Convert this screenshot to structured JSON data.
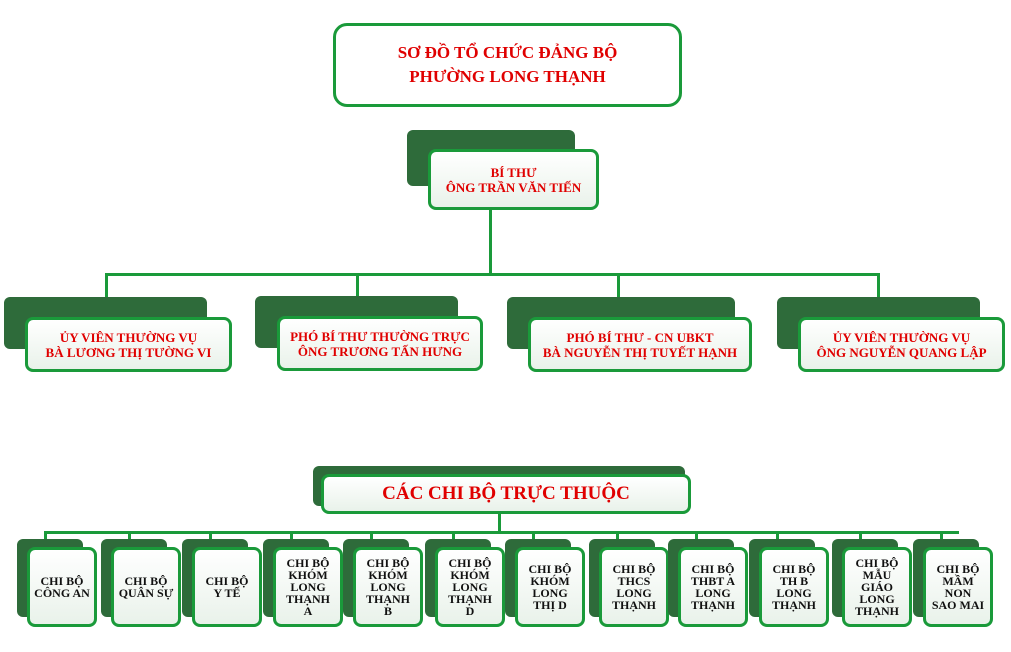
{
  "title": {
    "line1": "SƠ ĐỒ TỔ CHỨC ĐẢNG BỘ",
    "line2": "PHƯỜNG LONG THẠNH"
  },
  "secretary": {
    "role": "BÍ THƯ",
    "name": "ÔNG TRẦN VĂN TIẾN"
  },
  "members": [
    {
      "role": "ỦY VIÊN THƯỜNG VỤ",
      "name": "BÀ LƯƠNG THỊ TƯỜNG VI"
    },
    {
      "role": "PHÓ BÍ THƯ THƯỜNG TRỰC",
      "name": "ÔNG TRƯƠNG TẤN HƯNG"
    },
    {
      "role": "PHÓ BÍ THƯ - CN UBKT",
      "name": "BÀ NGUYỄN THỊ TUYẾT HẠNH"
    },
    {
      "role": "ỦY VIÊN THƯỜNG VỤ",
      "name": "ÔNG NGUYỄN QUANG LẬP"
    }
  ],
  "branches_title": "CÁC CHI BỘ TRỰC THUỘC",
  "branches": [
    {
      "lines": [
        "CHI BỘ",
        "CÔNG AN"
      ]
    },
    {
      "lines": [
        "CHI BỘ",
        "QUÂN SỰ"
      ]
    },
    {
      "lines": [
        "CHI BỘ",
        "Y TẾ"
      ]
    },
    {
      "lines": [
        "CHI BỘ",
        "KHÓM",
        "LONG",
        "THẠNH",
        "A"
      ]
    },
    {
      "lines": [
        "CHI BỘ",
        "KHÓM",
        "LONG",
        "THẠNH",
        "B"
      ]
    },
    {
      "lines": [
        "CHI BỘ",
        "KHÓM",
        "LONG",
        "THẠNH",
        "D"
      ]
    },
    {
      "lines": [
        "CHI BỘ",
        "KHÓM",
        "LONG",
        "THỊ D"
      ]
    },
    {
      "lines": [
        "CHI BỘ",
        "THCS",
        "LONG",
        "THẠNH"
      ]
    },
    {
      "lines": [
        "CHI BỘ",
        "THBT A",
        "LONG",
        "THẠNH"
      ]
    },
    {
      "lines": [
        "CHI BỘ",
        "TH B",
        "LONG",
        "THẠNH"
      ]
    },
    {
      "lines": [
        "CHI BỘ",
        "MẪU",
        "GIÁO",
        "LONG",
        "THẠNH"
      ]
    },
    {
      "lines": [
        "CHI BỘ",
        "MẦM",
        "NON",
        "SAO MAI"
      ]
    }
  ]
}
